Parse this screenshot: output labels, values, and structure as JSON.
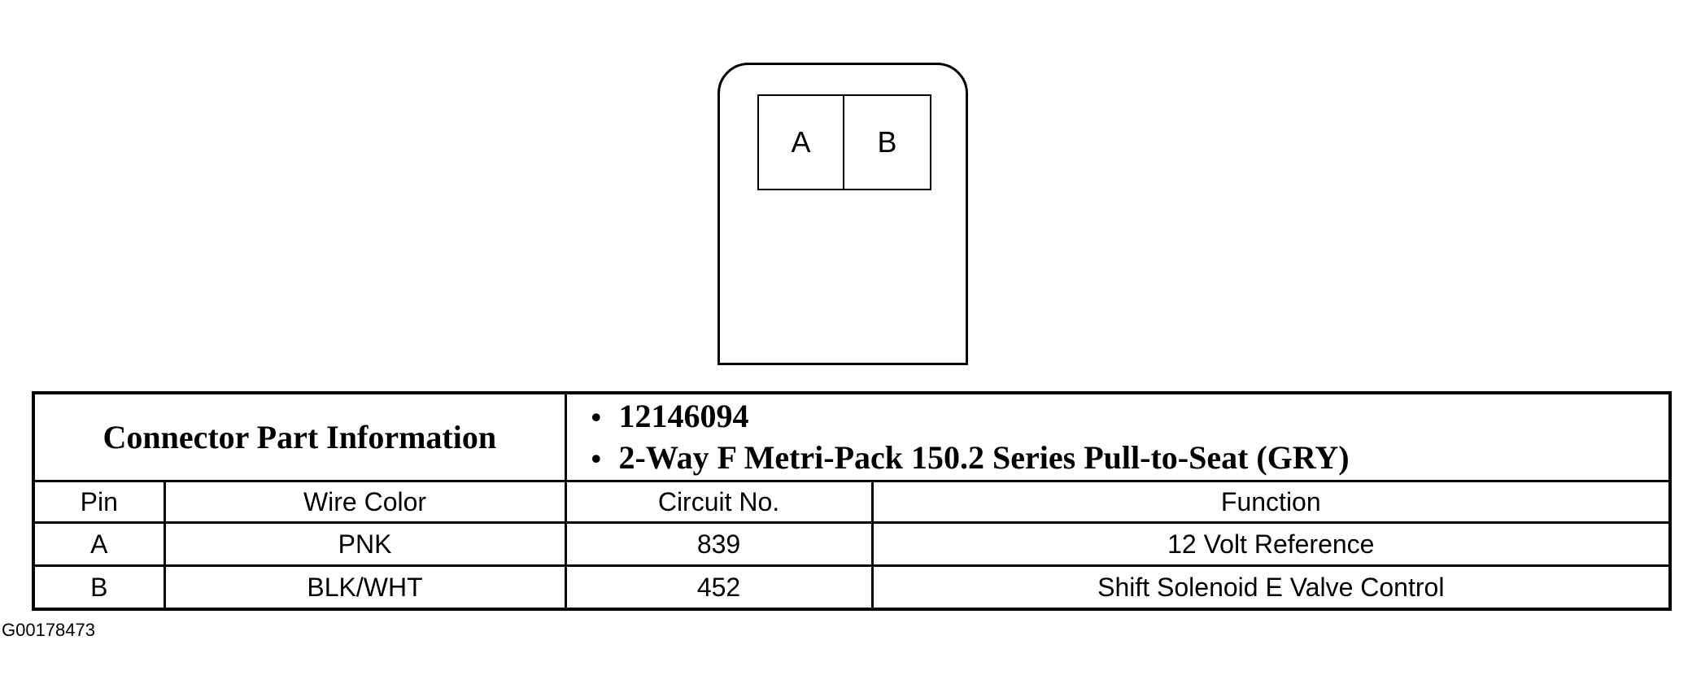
{
  "connector": {
    "cavities": [
      {
        "label": "A"
      },
      {
        "label": "B"
      }
    ]
  },
  "table": {
    "title": "Connector Part Information",
    "part_info": [
      "12146094",
      "2-Way F Metri-Pack 150.2 Series Pull-to-Seat (GRY)"
    ],
    "columns": [
      "Pin",
      "Wire Color",
      "Circuit No.",
      "Function"
    ],
    "rows": [
      {
        "pin": "A",
        "wire_color": "PNK",
        "circuit": "839",
        "function": "12 Volt Reference"
      },
      {
        "pin": "B",
        "wire_color": "BLK/WHT",
        "circuit": "452",
        "function": "Shift Solenoid E Valve Control"
      }
    ]
  },
  "figure_id": "G00178473"
}
